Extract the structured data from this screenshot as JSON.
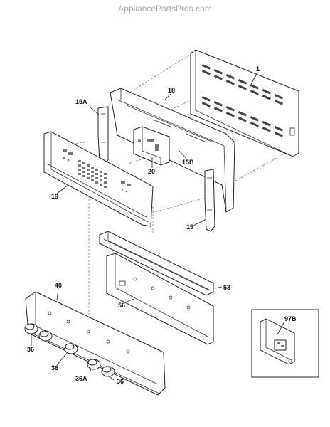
{
  "watermark": "AppliancePartsPros.com",
  "callouts": {
    "c1": "1",
    "c18": "18",
    "c15a": "15A",
    "c20": "20",
    "c15b": "15B",
    "c19": "19",
    "c15": "15",
    "c53": "53",
    "c40": "40",
    "c56": "56",
    "c97b": "97B",
    "c36_a": "36",
    "c36_b": "36",
    "c36a": "36A",
    "c36_c": "36"
  }
}
